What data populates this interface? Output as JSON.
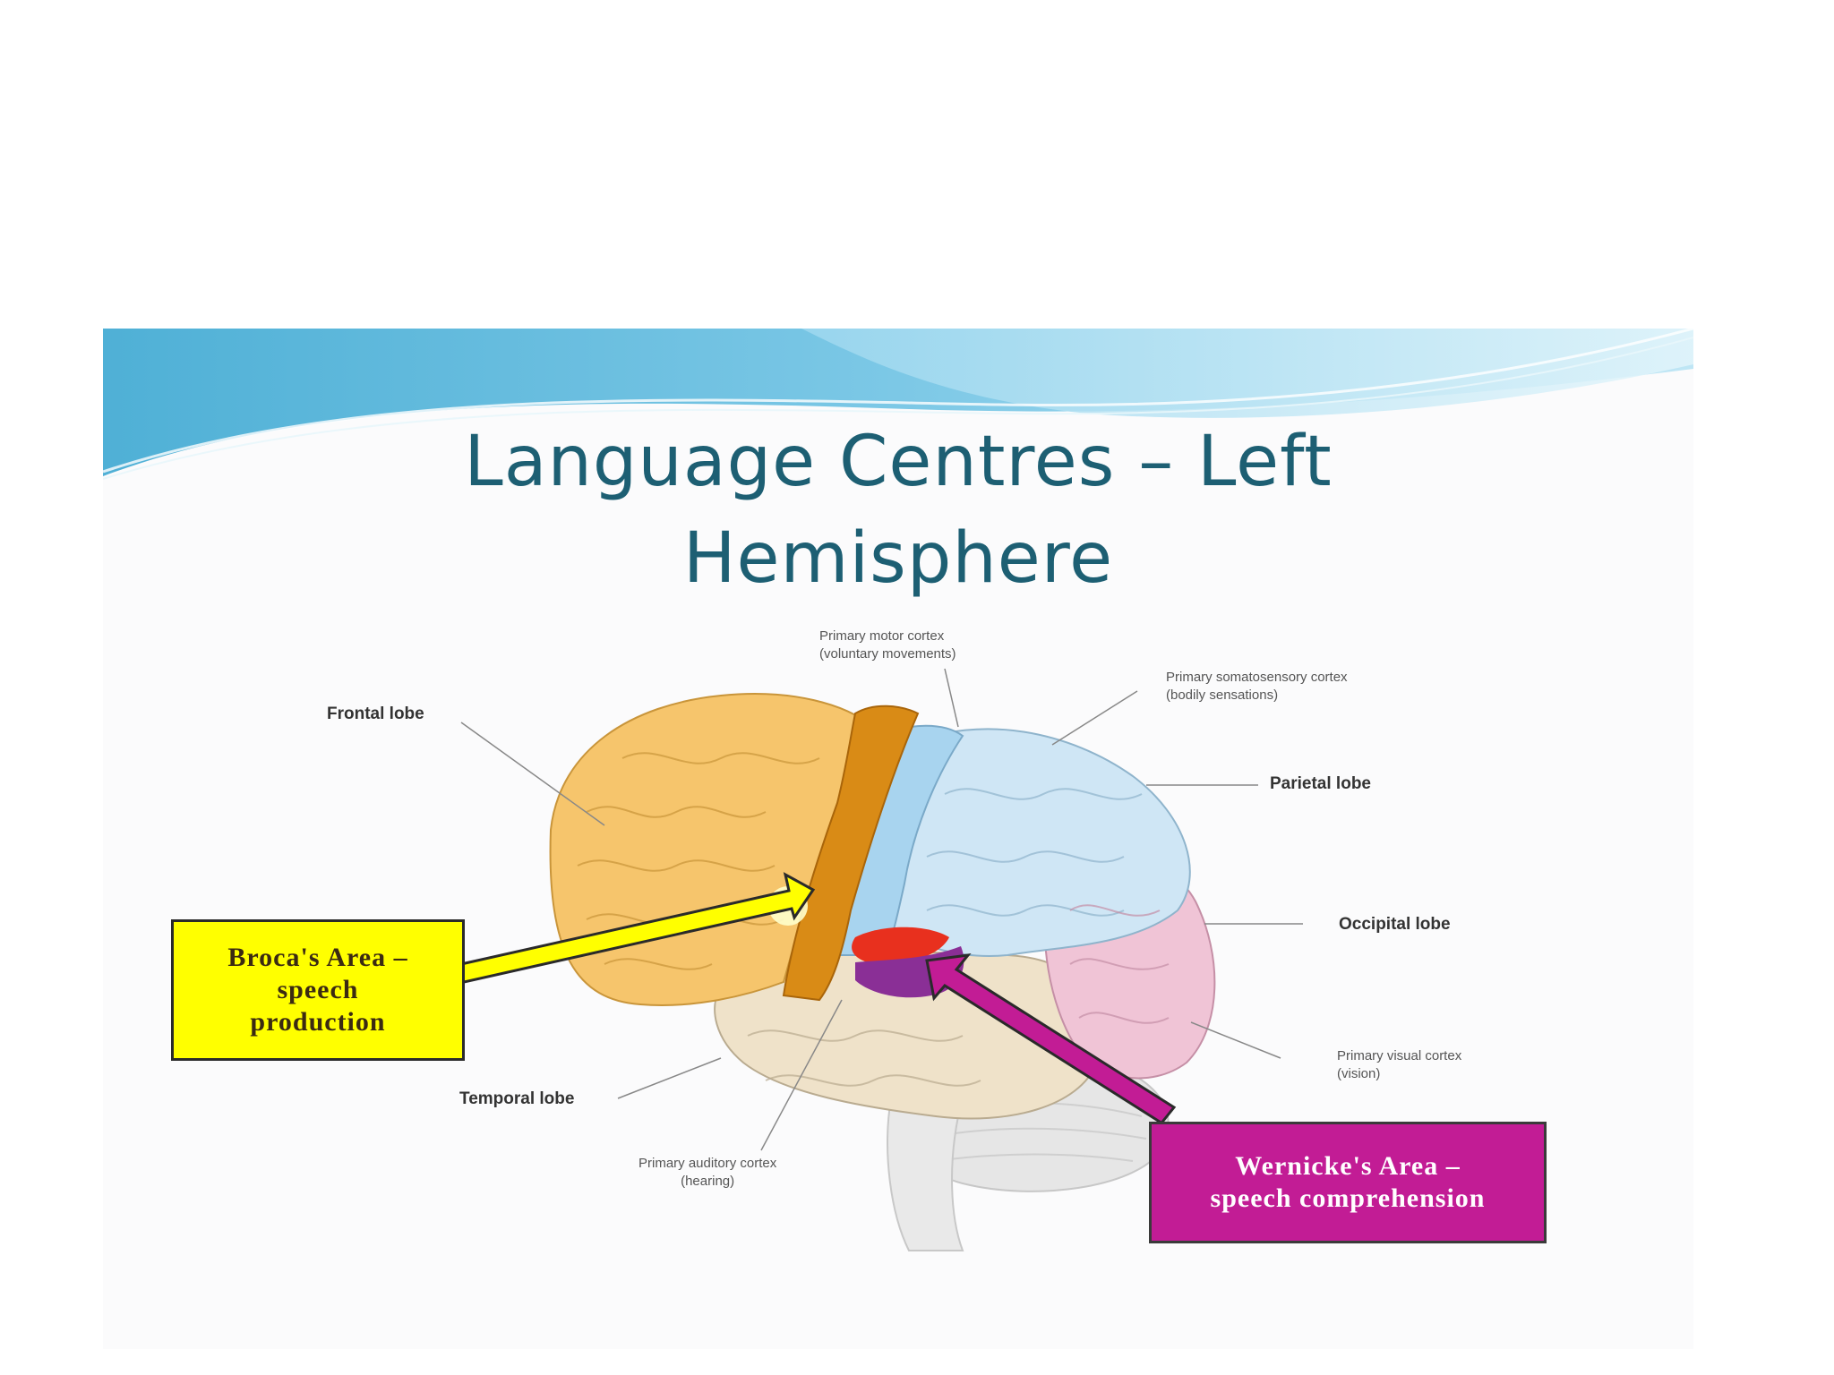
{
  "slide": {
    "title_line1": "Language Centres – Left",
    "title_line2": "Hemisphere"
  },
  "labels": {
    "frontal_lobe": "Frontal lobe",
    "parietal_lobe": "Parietal lobe",
    "occipital_lobe": "Occipital lobe",
    "temporal_lobe": "Temporal lobe",
    "motor_cortex_line1": "Primary motor cortex",
    "motor_cortex_line2": "(voluntary movements)",
    "somato_cortex_line1": "Primary somatosensory cortex",
    "somato_cortex_line2": "(bodily sensations)",
    "visual_cortex_line1": "Primary visual cortex",
    "visual_cortex_line2": "(vision)",
    "auditory_cortex_line1": "Primary auditory cortex",
    "auditory_cortex_line2": "(hearing)"
  },
  "callouts": {
    "broca_line1": "Broca's Area –",
    "broca_line2": "speech",
    "broca_line3": "production",
    "wernicke_line1": "Wernicke's Area –",
    "wernicke_line2": "speech comprehension"
  },
  "colors": {
    "title": "#1d5f73",
    "frontal": "#f6c56c",
    "motor": "#d98b16",
    "somatosensory": "#a8d4ef",
    "parietal": "#cfe6f5",
    "occipital": "#f0c4d6",
    "temporal": "#efe2c9",
    "broca_region": "#e8301e",
    "wernicke_region": "#8a2f96",
    "broca_box": "#ffff00",
    "wernicke_box": "#c21c95"
  }
}
